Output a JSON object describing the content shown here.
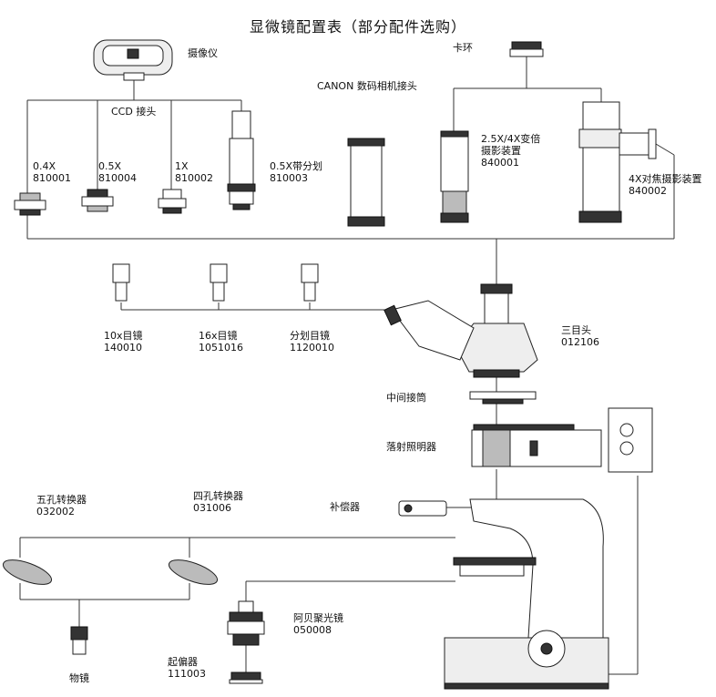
{
  "title": "显微镜配置表（部分配件选购）",
  "components": {
    "camera": {
      "name": "摄像仪"
    },
    "ccd_adapter": {
      "name": "CCD 接头"
    },
    "ring": {
      "name": "卡环"
    },
    "canon_adapter": {
      "name": "CANON 数码相机接头"
    },
    "ccd_04x": {
      "name": "0.4X",
      "code": "810001"
    },
    "ccd_05x": {
      "name": "0.5X",
      "code": "810004"
    },
    "ccd_1x": {
      "name": "1X",
      "code": "810002"
    },
    "ccd_05x_reticle": {
      "name": "0.5X带分划",
      "code": "810003"
    },
    "zoom_photo": {
      "name": "2.5X/4X变倍\n摄影装置",
      "code": "840001"
    },
    "focus_photo": {
      "name": "4X对焦摄影装置",
      "code": "840002"
    },
    "eyepiece_10x": {
      "name": "10x目镜",
      "code": "140010"
    },
    "eyepiece_16x": {
      "name": "16x目镜",
      "code": "1051016"
    },
    "eyepiece_reticle": {
      "name": "分划目镜",
      "code": "1120010"
    },
    "trinocular_head": {
      "name": "三目头",
      "code": "012106"
    },
    "middle_tube": {
      "name": "中间接筒"
    },
    "epi_illuminator": {
      "name": "落射照明器"
    },
    "compensator": {
      "name": "补偿器"
    },
    "nosepiece_5": {
      "name": "五孔转换器",
      "code": "032002"
    },
    "nosepiece_4": {
      "name": "四孔转换器",
      "code": "031006"
    },
    "abbe_condenser": {
      "name": "阿贝聚光镜",
      "code": "050008"
    },
    "objective": {
      "name": "物镜"
    },
    "polarizer": {
      "name": "起偏器",
      "code": "111003"
    }
  }
}
